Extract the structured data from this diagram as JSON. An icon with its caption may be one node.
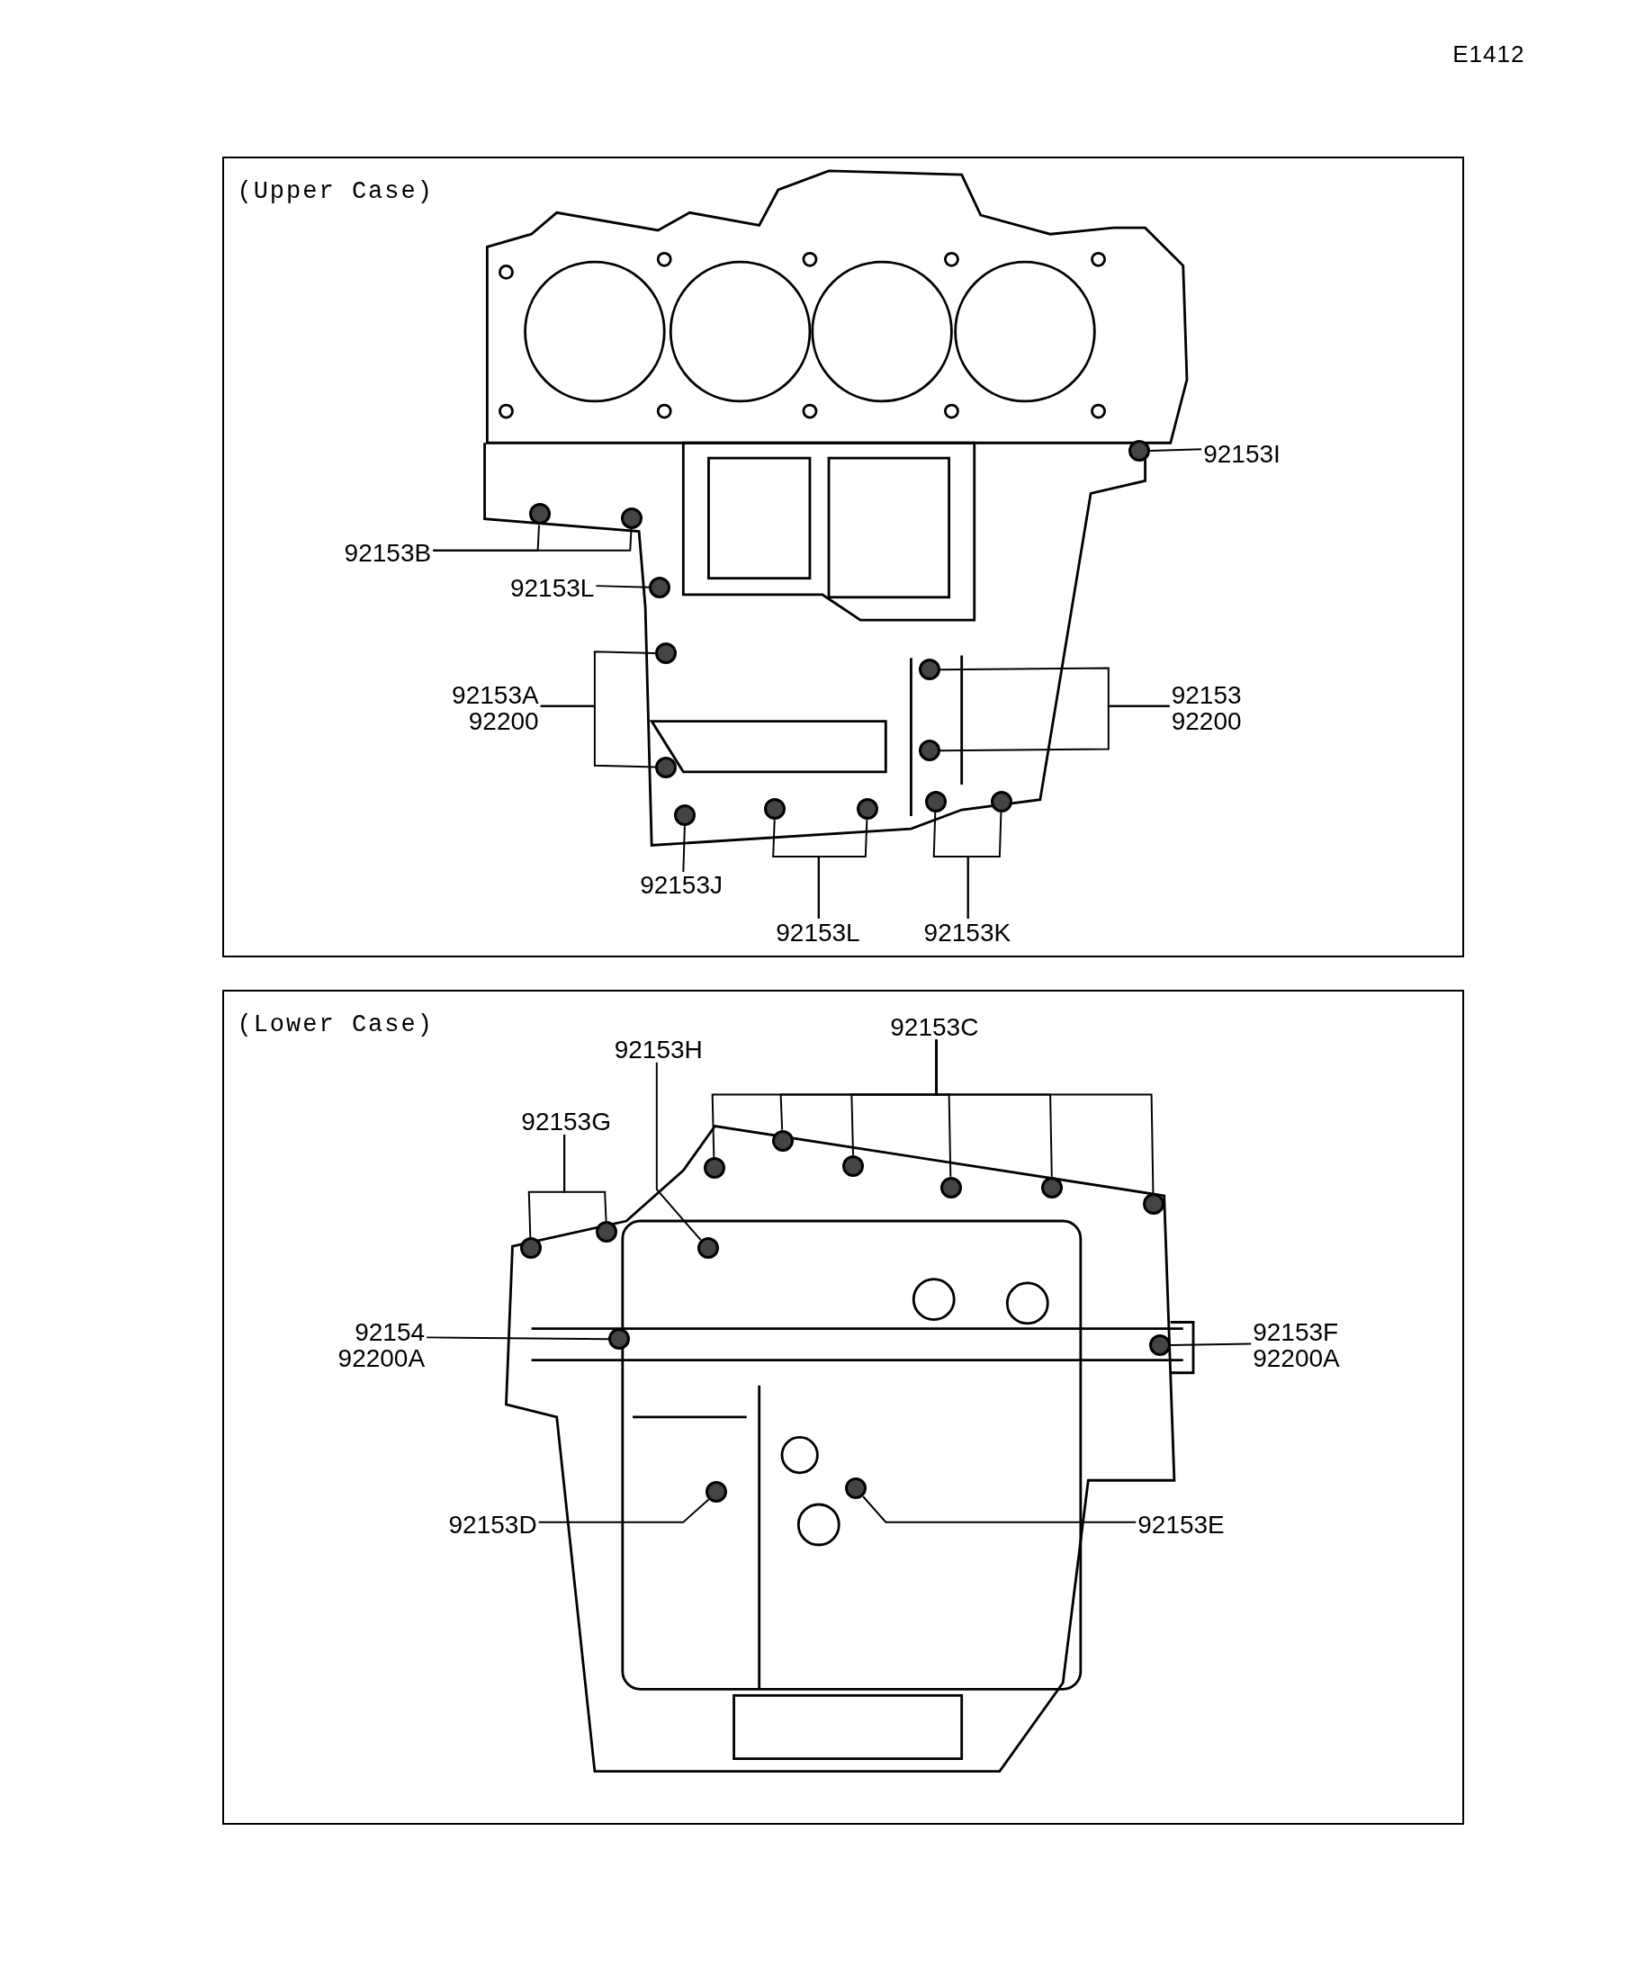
{
  "diagram": {
    "nodes": [
      {
        "text": [
          "(Upper Case)"
        ]
      },
      {
        "text": [
          "92153I"
        ],
        "in": 0
      },
      {
        "text": [],
        "shape": "circle",
        "in": 0
      },
      {
        "text": [
          "92153B"
        ],
        "in": 0
      },
      {
        "text": [],
        "shape": "circle",
        "in": 0
      },
      {
        "text": [],
        "shape": "circle",
        "in": 0
      },
      {
        "text": [
          "92153L"
        ],
        "in": 0
      },
      {
        "text": [],
        "shape": "circle",
        "in": 0
      },
      {
        "text": [
          "92153A",
          "92200"
        ],
        "in": 0
      },
      {
        "text": [],
        "shape": "circle",
        "in": 0
      },
      {
        "text": [],
        "shape": "circle",
        "in": 0
      },
      {
        "text": [
          "92153",
          "92200"
        ],
        "in": 0
      },
      {
        "text": [],
        "shape": "circle",
        "in": 0
      },
      {
        "text": [],
        "shape": "circle",
        "in": 0
      },
      {
        "text": [
          "92153J"
        ],
        "in": 0
      },
      {
        "text": [],
        "shape": "circle",
        "in": 0
      },
      {
        "text": [
          "92153L"
        ],
        "in": 0
      },
      {
        "text": [],
        "shape": "circle",
        "in": 0
      },
      {
        "text": [],
        "shape": "circle",
        "in": 0
      },
      {
        "text": [
          "92153K"
        ],
        "in": 0
      },
      {
        "text": [],
        "shape": "circle",
        "in": 0
      },
      {
        "text": [],
        "shape": "circle",
        "in": 0
      },
      {
        "text": [
          "(Lower Case)"
        ]
      },
      {
        "text": [
          "92153C"
        ],
        "in": 22
      },
      {
        "text": [],
        "shape": "circle",
        "in": 22
      },
      {
        "text": [],
        "shape": "circle",
        "in": 22
      },
      {
        "text": [],
        "shape": "circle",
        "in": 22
      },
      {
        "text": [],
        "shape": "circle",
        "in": 22
      },
      {
        "text": [],
        "shape": "circle",
        "in": 22
      },
      {
        "text": [],
        "shape": "circle",
        "in": 22
      },
      {
        "text": [
          "92153H"
        ],
        "in": 22
      },
      {
        "text": [],
        "shape": "circle",
        "in": 22
      },
      {
        "text": [
          "92153G"
        ],
        "in": 22
      },
      {
        "text": [],
        "shape": "circle",
        "in": 22
      },
      {
        "text": [],
        "shape": "circle",
        "in": 22
      },
      {
        "text": [
          "92154",
          "92200A"
        ],
        "in": 22
      },
      {
        "text": [],
        "shape": "circle",
        "in": 22
      },
      {
        "text": [
          "92153F",
          "92200A"
        ],
        "in": 22
      },
      {
        "text": [],
        "shape": "circle",
        "in": 22
      },
      {
        "text": [
          "92153D"
        ],
        "in": 22
      },
      {
        "text": [],
        "shape": "circle",
        "in": 22
      },
      {
        "text": [
          "92153E"
        ],
        "in": 22
      },
      {
        "text": [],
        "shape": "circle",
        "in": 22
      }
    ],
    "edges": [
      {
        "from": 1,
        "to": 2,
        "arrow": "none"
      },
      {
        "from": 3,
        "to": 4,
        "arrow": "none"
      },
      {
        "from": 3,
        "to": 5,
        "arrow": "none"
      },
      {
        "from": 6,
        "to": 7,
        "arrow": "none"
      },
      {
        "from": 8,
        "to": 9,
        "arrow": "none"
      },
      {
        "from": 8,
        "to": 10,
        "arrow": "none"
      },
      {
        "from": 11,
        "to": 12,
        "arrow": "none"
      },
      {
        "from": 11,
        "to": 13,
        "arrow": "none"
      },
      {
        "from": 14,
        "to": 15,
        "arrow": "none"
      },
      {
        "from": 16,
        "to": 17,
        "arrow": "none"
      },
      {
        "from": 16,
        "to": 18,
        "arrow": "none"
      },
      {
        "from": 19,
        "to": 20,
        "arrow": "none"
      },
      {
        "from": 19,
        "to": 21,
        "arrow": "none"
      },
      {
        "from": 23,
        "to": 24,
        "arrow": "none"
      },
      {
        "from": 23,
        "to": 25,
        "arrow": "none"
      },
      {
        "from": 23,
        "to": 26,
        "arrow": "none"
      },
      {
        "from": 23,
        "to": 27,
        "arrow": "none"
      },
      {
        "from": 23,
        "to": 28,
        "arrow": "none"
      },
      {
        "from": 23,
        "to": 29,
        "arrow": "none"
      },
      {
        "from": 30,
        "to": 31,
        "arrow": "none"
      },
      {
        "from": 32,
        "to": 33,
        "arrow": "none"
      },
      {
        "from": 32,
        "to": 34,
        "arrow": "none"
      },
      {
        "from": 35,
        "to": 36,
        "arrow": "none"
      },
      {
        "from": 37,
        "to": 38,
        "arrow": "none"
      },
      {
        "from": 39,
        "to": 40,
        "arrow": "none"
      },
      {
        "from": 41,
        "to": 42,
        "arrow": "none"
      }
    ],
    "labels": [
      "E1412"
    ]
  }
}
